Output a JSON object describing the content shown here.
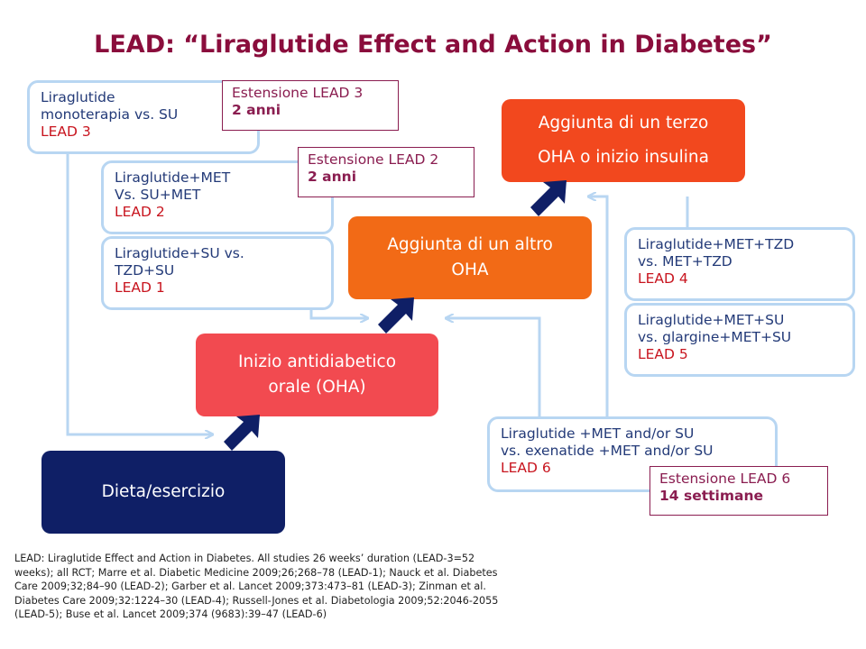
{
  "title": "LEAD: “Liraglutide Effect and Action in Diabetes”",
  "colors": {
    "title": "#8a0d3c",
    "dieta": "#0f1f66",
    "oha_start": "#f24a50",
    "oha_add": "#f26a16",
    "third": "#f2481e",
    "box_border": "#b8d6f2",
    "ext_border": "#8a1d50",
    "arrow": "#0f1f66"
  },
  "stages": {
    "dieta": [
      "Dieta/esercizio"
    ],
    "inizio": [
      "Inizio antidiabetico",
      "orale (OHA)"
    ],
    "altro": [
      "Aggiunta di un altro",
      "OHA"
    ],
    "terzo": [
      "Aggiunta di un terzo",
      "OHA o inizio insulina"
    ]
  },
  "trials": {
    "lead3": [
      "Liraglutide",
      "monoterapia vs. SU",
      "LEAD 3"
    ],
    "lead2": [
      "Liraglutide+MET",
      "Vs. SU+MET",
      "LEAD 2"
    ],
    "lead1": [
      "Liraglutide+SU vs.",
      "TZD+SU",
      "LEAD 1"
    ],
    "lead4": [
      "Liraglutide+MET+TZD",
      "vs. MET+TZD",
      "LEAD 4"
    ],
    "lead5": [
      "Liraglutide+MET+SU",
      "vs. glargine+MET+SU",
      "LEAD 5"
    ],
    "lead6": [
      "Liraglutide +MET and/or SU",
      "vs. exenatide +MET and/or SU",
      "LEAD 6"
    ]
  },
  "extensions": {
    "lead3": [
      "Estensione LEAD 3",
      "2 anni"
    ],
    "lead2": [
      "Estensione LEAD 2",
      "2 anni"
    ],
    "lead6": [
      "Estensione LEAD 6",
      "14 settimane"
    ]
  },
  "footnote": [
    "LEAD: Liraglutide Effect and Action in Diabetes. All studies 26 weeks’ duration (LEAD-3=52",
    "weeks); all RCT; Marre et al. Diabetic Medicine 2009;26;268–78 (LEAD-1); Nauck et al. Diabetes",
    "Care 2009;32;84–90 (LEAD-2); Garber et al. Lancet 2009;373:473–81 (LEAD-3); Zinman et al.",
    "Diabetes Care 2009;32:1224–30 (LEAD-4); Russell-Jones et al. Diabetologia 2009;52:2046-2055",
    "(LEAD-5); Buse et al. Lancet 2009;374 (9683):39–47 (LEAD-6)"
  ]
}
